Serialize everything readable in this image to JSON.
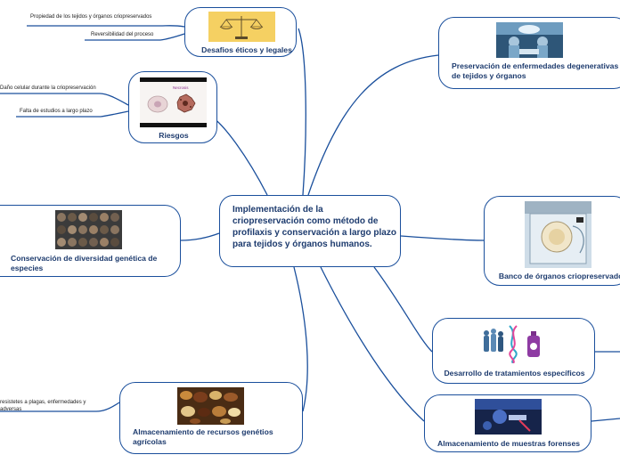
{
  "central": {
    "title": "Implementación de la criopreservación como  método de profilaxis y conservación a largo plazo para tejidos y órganos humanos."
  },
  "branches": {
    "desafios": {
      "label": "Desafios éticos y legales"
    },
    "riesgos": {
      "label": "Riesgos",
      "image_caption": "Necrosis"
    },
    "conservacion": {
      "label": "Conservación de diversidad genética de especies"
    },
    "agricolas": {
      "label": "Almacenamiento de recursos genétios agrícolas"
    },
    "preservacion": {
      "label": "Preservación de enfermedades degenerativas de tejidos y órganos"
    },
    "banco": {
      "label": "Banco de órganos criopreservados"
    },
    "tratamientos": {
      "label": "Desarrollo de tratamientos específicos"
    },
    "forenses": {
      "label": "Almacenamiento de muestras forenses"
    }
  },
  "leaves": {
    "propiedad": "Propiedad de los tejidos y órganos criopreservados",
    "reversibilidad": "Reversibilidad del proceso",
    "dano": "Daño celular durante la criopreservación",
    "falta": "Falta de estudios a largo plazo",
    "resistentes_1": "resistetes a plagas, enfermedades y",
    "resistentes_2": "adversas"
  },
  "colors": {
    "line": "#1a4f9c",
    "title": "#1d3b6e"
  },
  "icons": [
    "scales-icon",
    "cells-icon",
    "primates-icon",
    "seeds-icon",
    "surgery-icon",
    "organ-bag-icon",
    "dna-people-icon",
    "forensic-lab-icon"
  ]
}
